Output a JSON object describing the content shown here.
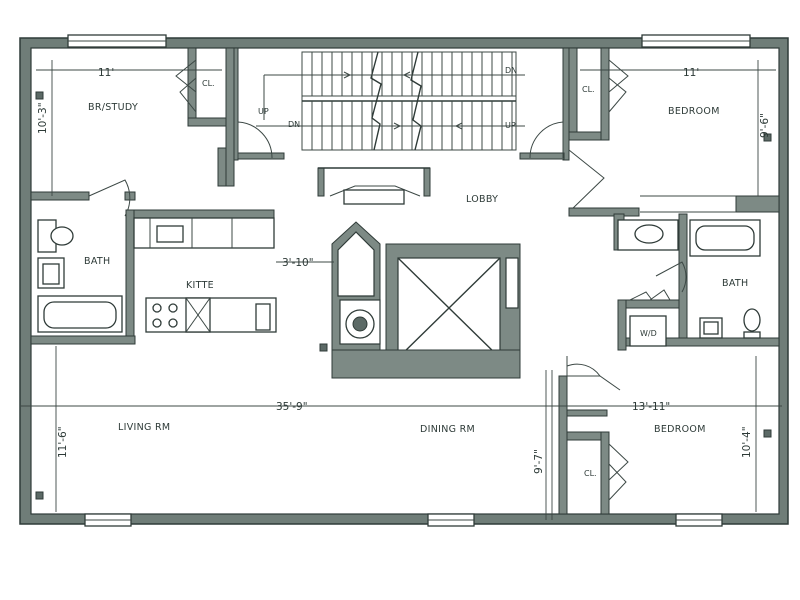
{
  "rooms": {
    "br_study": "BR/STUDY",
    "bedroom_top": "BEDROOM",
    "lobby": "LOBBY",
    "bath_left": "BATH",
    "kitchen": "KITTE",
    "bath_right": "BATH",
    "wd": "W/D",
    "living": "LIVING RM",
    "dining": "DINING RM",
    "bedroom_bottom": "BEDROOM",
    "closet_tl": "CL.",
    "closet_tr": "CL.",
    "closet_b": "CL."
  },
  "stairs": {
    "up_left": "UP",
    "dn_left": "DN",
    "dn_right": "DN",
    "up_right": "UP"
  },
  "dimensions": {
    "br_study_width": "11'",
    "br_study_depth": "10'-3\"",
    "bedroom_top_width": "11'",
    "bedroom_top_depth": "9'-6\"",
    "corridor": "3'-10\"",
    "living_width": "35'-9\"",
    "living_depth": "11'-6\"",
    "bedroom_bottom_width": "13'-11\"",
    "bedroom_bottom_depth": "10'-4\"",
    "closet_depth": "9'-7\""
  }
}
